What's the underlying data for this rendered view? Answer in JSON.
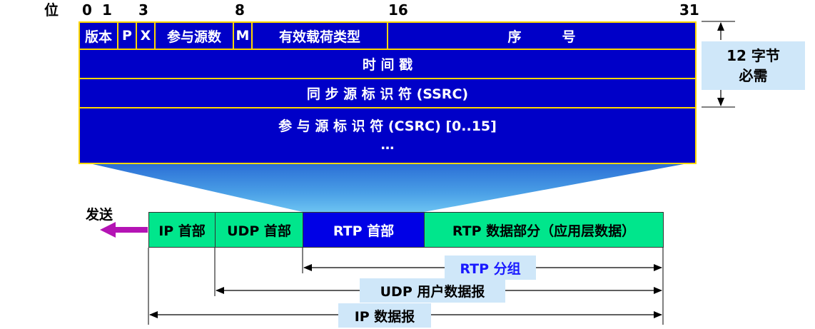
{
  "bit_axis": {
    "label": "位",
    "marks": [
      "0",
      "1",
      "3",
      "8",
      "16",
      "31"
    ]
  },
  "rtp_header": {
    "row1": {
      "version": "版本",
      "padding": "P",
      "extension": "X",
      "csrc_count": "参与源数",
      "marker": "M",
      "payload_type": "有效载荷类型",
      "sequence_number": "序　　　号"
    },
    "timestamp": "时 间 戳",
    "ssrc": "同 步 源 标 识 符 (SSRC)",
    "csrc": "参 与 源 标 识 符 (CSRC) [0..15]",
    "csrc_more": "…"
  },
  "side_note": {
    "line1": "12 字节",
    "line2": "必需"
  },
  "send_label": "发送",
  "packet": {
    "ip_header": "IP 首部",
    "udp_header": "UDP 首部",
    "rtp_header": "RTP 首部",
    "rtp_payload": "RTP 数据部分（应用层数据）"
  },
  "spans": {
    "rtp_packet": "RTP 分组",
    "udp_datagram": "UDP 用户数据报",
    "ip_datagram": "IP 数据报"
  },
  "colors": {
    "header_fill": "#0000c8",
    "header_border": "#ffd700",
    "packet_green": "#00e68c",
    "packet_blue": "#0000e6",
    "label_bg": "#cfe7f9",
    "rtp_label_text": "#1a1aff",
    "send_arrow": "#b414b4"
  }
}
